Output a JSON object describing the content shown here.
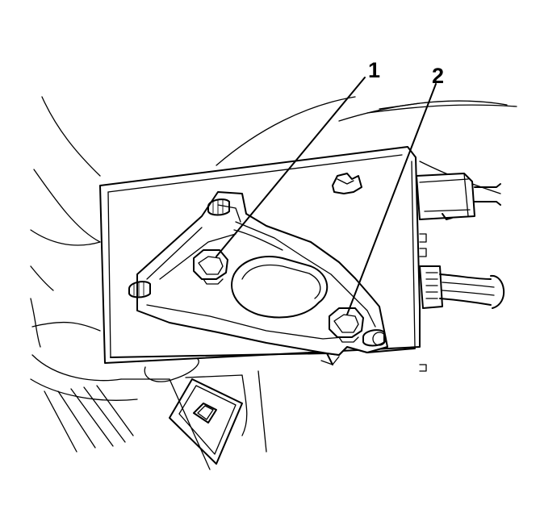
{
  "callouts": [
    {
      "id": "1",
      "label": "1",
      "part": "nut"
    },
    {
      "id": "2",
      "label": "2",
      "part": "nut"
    }
  ],
  "colors": {
    "line": "#000000",
    "background": "#ffffff"
  }
}
